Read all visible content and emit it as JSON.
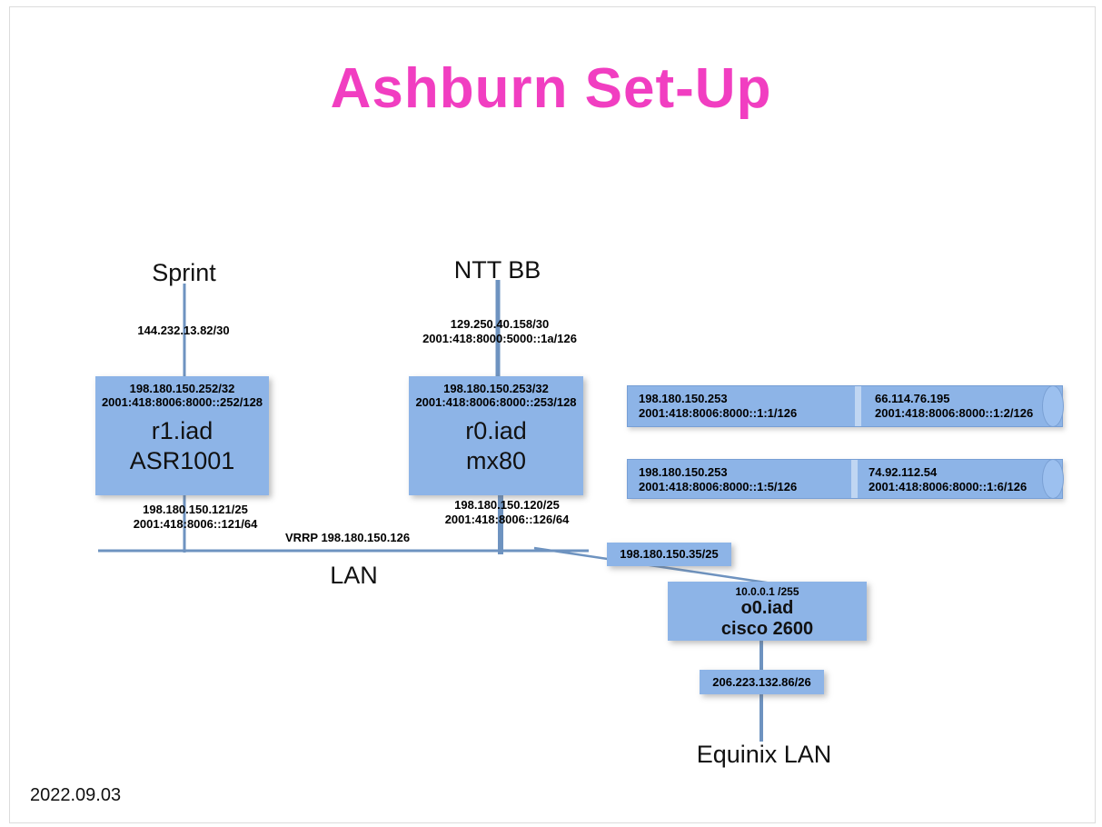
{
  "title": "Ashburn Set-Up",
  "footer": {
    "date": "2022.09.03"
  },
  "uplinks": {
    "sprint": {
      "name": "Sprint",
      "addr": "144.232.13.82/30"
    },
    "ntt": {
      "name": "NTT BB",
      "addr_v4": "129.250.40.158/30",
      "addr_v6": "2001:418:8000:5000::1a/126"
    }
  },
  "routers": {
    "r1": {
      "top_v4": "198.180.150.252/32",
      "top_v6": "2001:418:8006:8000::252/128",
      "name": "r1.iad",
      "model": "ASR1001",
      "bottom_v4": "198.180.150.121/25",
      "bottom_v6": "2001:418:8006::121/64"
    },
    "r0": {
      "top_v4": "198.180.150.253/32",
      "top_v6": "2001:418:8006:8000::253/128",
      "name": "r0.iad",
      "model": "mx80",
      "bottom_v4": "198.180.150.120/25",
      "bottom_v6": "2001:418:8006::126/64"
    }
  },
  "lan": {
    "name": "LAN",
    "vrrp": "VRRP 198.180.150.126"
  },
  "tunnels": [
    {
      "left_v4": "198.180.150.253",
      "left_v6": "2001:418:8006:8000::1:1/126",
      "right_v4": "66.114.76.195",
      "right_v6": "2001:418:8006:8000::1:2/126"
    },
    {
      "left_v4": "198.180.150.253",
      "left_v6": "2001:418:8006:8000::1:5/126",
      "right_v4": "74.92.112.54",
      "right_v6": "2001:418:8006:8000::1:6/126"
    }
  ],
  "oob": {
    "uplink_addr": "198.180.150.35/25",
    "ip": "10.0.0.1 /255",
    "name": "o0.iad",
    "model": "cisco 2600",
    "downlink_addr": "206.223.132.86/26",
    "lan_name": "Equinix LAN"
  },
  "colors": {
    "title_pink": "#f13ec1",
    "node_blue": "#8db4e7",
    "line_blue": "#6e93c0"
  }
}
